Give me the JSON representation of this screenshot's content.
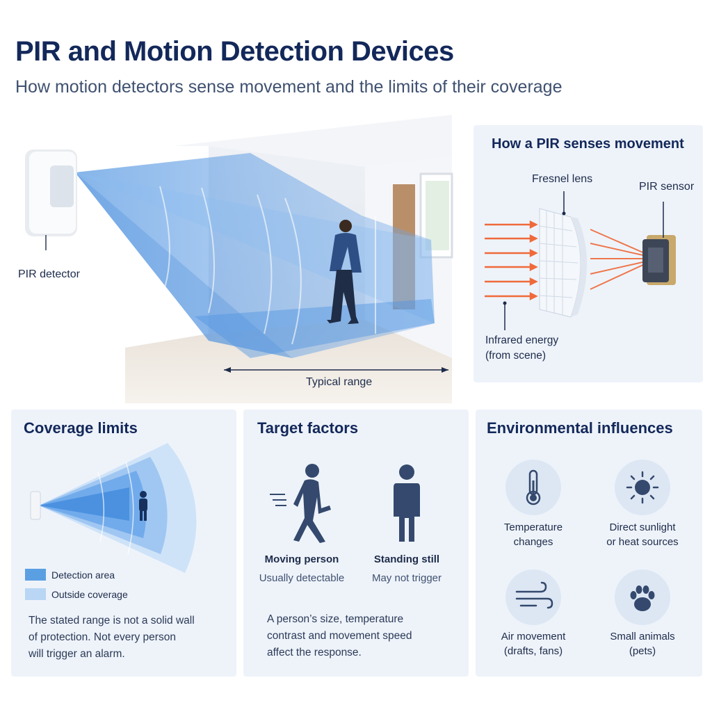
{
  "header": {
    "title": "PIR and Motion Detection Devices",
    "subtitle": "How motion detectors sense movement and the limits of their coverage"
  },
  "hero": {
    "detector_label": "PIR detector",
    "range_label": "Typical range"
  },
  "pir_panel": {
    "title": "How a PIR senses movement",
    "lens_label": "Fresnel lens",
    "sensor_label": "PIR sensor",
    "infrared_label_1": "Infrared energy",
    "infrared_label_2": "(from scene)"
  },
  "coverage": {
    "title": "Coverage limits",
    "legend": [
      {
        "label": "Detection area",
        "color": "#5b9fe3"
      },
      {
        "label": "Outside coverage",
        "color": "#b9d6f4"
      }
    ],
    "note_lines": [
      "The stated range is not a solid wall",
      "of protection. Not every person",
      "will trigger an alarm."
    ]
  },
  "target": {
    "title": "Target factors",
    "moving_title": "Moving person",
    "moving_sub": "Usually detectable",
    "still_title": "Standing still",
    "still_sub": "May not trigger",
    "note_lines": [
      "A person’s size, temperature",
      "contrast and movement speed",
      "affect the response."
    ]
  },
  "environment": {
    "title": "Environmental influences",
    "items": [
      {
        "icon": "thermometer-icon",
        "line1": "Temperature",
        "line2": "changes"
      },
      {
        "icon": "sun-icon",
        "line1": "Direct sunlight",
        "line2": "or heat sources"
      },
      {
        "icon": "wind-icon",
        "line1": "Air movement",
        "line2": "(drafts, fans)"
      },
      {
        "icon": "paw-icon",
        "line1": "Small animals",
        "line2": "(pets)"
      }
    ]
  },
  "colors": {
    "navy": "#13285a",
    "beam": "#5b9fe3",
    "beam_light": "#b9d6f4",
    "infrared": "#ef6a3a",
    "panel_bg": "#eef3fa"
  }
}
